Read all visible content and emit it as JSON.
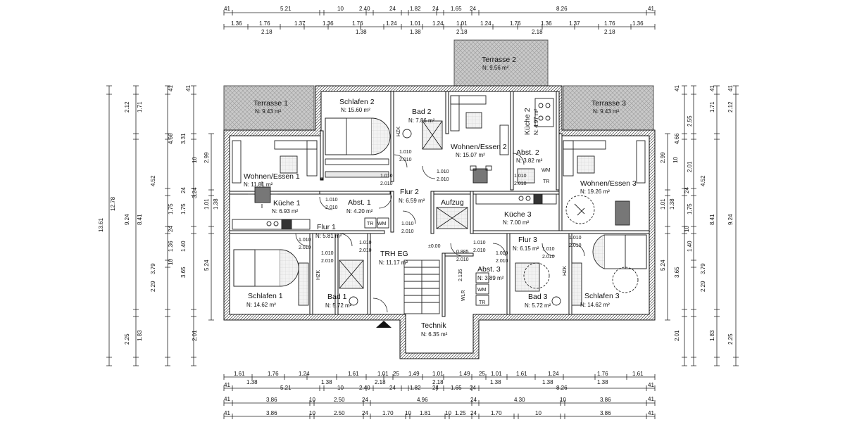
{
  "dimensions": {
    "top_row_1": [
      "41",
      "5.21",
      "10",
      "2.40",
      "24",
      "1.82",
      "24",
      "1.65",
      "24",
      "8.26",
      "41"
    ],
    "top_row_2": [
      "1.36",
      "1.76",
      "1.37",
      "1.36",
      "1.76",
      "1.24",
      "1.01",
      "1.24",
      "1.01",
      "1.24",
      "1.76",
      "1.36",
      "1.37",
      "1.76",
      "1.36"
    ],
    "top_row_2b": [
      "2.18",
      "1.38",
      "1.38",
      "2.18",
      "2.18",
      "2.18"
    ],
    "bottom_row_1": [
      "1.61",
      "1.76",
      "1.24",
      "1.61",
      "1.01",
      "25",
      "1.49",
      "1.01",
      "1.49",
      "25",
      "1.01",
      "1.61",
      "1.24",
      "1.76",
      "1.61"
    ],
    "bottom_row_1b": [
      "1.38",
      "1.38",
      "2.18",
      "2.18",
      "1.38",
      "1.38",
      "1.38"
    ],
    "bottom_row_2": [
      "41",
      "5.21",
      "10",
      "2.40",
      "24",
      "1.82",
      "24",
      "1.65",
      "24",
      "8.26",
      "41"
    ],
    "bottom_row_3": [
      "41",
      "3.86",
      "10",
      "2.50",
      "24",
      "4.96",
      "24",
      "4.30",
      "10",
      "3.86",
      "41"
    ],
    "bottom_row_4": [
      "41",
      "3.86",
      "10",
      "2.50",
      "24",
      "1.70",
      "10",
      "1.81",
      "10",
      "1.25",
      "24",
      "1.70",
      "10",
      "3.86",
      "41"
    ],
    "left_outer": [
      "13.61",
      "12.78",
      "9.24",
      "2.25"
    ],
    "left_mid": [
      "2.12",
      "1.71",
      "8.41",
      "3.79",
      "2.29",
      "1.83"
    ],
    "left_inner": [
      "41",
      "4.66",
      "4.52",
      "1.75",
      "1.36",
      "3.65",
      "2.01"
    ],
    "left_inner2": [
      "41",
      "3.31",
      "1.75",
      "1.40",
      "5.24"
    ],
    "left_room": [
      "2.99",
      "10",
      "3.24",
      "24",
      "1.38",
      "1.01",
      "24",
      "10"
    ],
    "right_room": [
      "2.99",
      "10",
      "1.01",
      "1.38",
      "24",
      "10",
      "5.24"
    ],
    "right_inner": [
      "41",
      "4.66",
      "2.55",
      "2.01",
      "1.75",
      "1.40",
      "3.65",
      "2.01"
    ],
    "right_outer": [
      "41",
      "1.71",
      "4.52",
      "8.41",
      "3.79",
      "2.29",
      "1.83"
    ],
    "right_far": [
      "41",
      "2.12",
      "9.24",
      "2.25"
    ],
    "tick_41": "41",
    "tick_24": "24",
    "tick_10": "10"
  },
  "rooms": {
    "terrasse1": {
      "name": "Terrasse 1",
      "area": "N: 9.43 m²"
    },
    "terrasse2": {
      "name": "Terrasse 2",
      "area": "N: 9.56 m²"
    },
    "terrasse3": {
      "name": "Terrasse 3",
      "area": "N: 9.43 m²"
    },
    "schlafen2": {
      "name": "Schlafen 2",
      "area": "N: 15.60 m²"
    },
    "bad2": {
      "name": "Bad 2",
      "area": "N: 7.86 m²"
    },
    "kueche2": {
      "name": "Küche 2",
      "area": "N: 4.97 m²"
    },
    "wohnen2": {
      "name": "Wohnen/Essen 2",
      "area": "N: 15.07 m²"
    },
    "abst2": {
      "name": "Abst. 2",
      "area": "N: 3.82 m²"
    },
    "wohnen1": {
      "name": "Wohnen/Essen 1",
      "area": "N: 11.81 m²"
    },
    "kueche1": {
      "name": "Küche 1",
      "area": "N: 6.93 m²"
    },
    "abst1": {
      "name": "Abst. 1",
      "area": "N: 4.20 m²"
    },
    "flur2": {
      "name": "Flur 2",
      "area": "N: 6.59 m²"
    },
    "aufzug": {
      "name": "Aufzug"
    },
    "kueche3": {
      "name": "Küche 3",
      "area": "N: 7.00 m²"
    },
    "wohnen3": {
      "name": "Wohnen/Essen 3",
      "area": "N: 19.26 m²"
    },
    "flur1": {
      "name": "Flur 1",
      "area": "N: 5.81 m²"
    },
    "trh": {
      "name": "TRH EG",
      "area": "N: 11.17 m²"
    },
    "flur3": {
      "name": "Flur 3",
      "area": "N: 6.15 m²"
    },
    "abst3": {
      "name": "Abst. 3",
      "area": "N: 3.89 m²"
    },
    "schlafen1": {
      "name": "Schlafen 1",
      "area": "N: 14.62 m²"
    },
    "bad1": {
      "name": "Bad 1",
      "area": "N: 5.72 m²"
    },
    "bad3": {
      "name": "Bad 3",
      "area": "N: 5.72 m²"
    },
    "schlafen3": {
      "name": "Schlafen 3",
      "area": "N: 14.62 m²"
    },
    "technik": {
      "name": "Technik",
      "area": "N: 6.35 m²"
    }
  },
  "labels": {
    "level": "±0.00",
    "tr": "TR",
    "wm": "WM",
    "wlr": "WLR",
    "hzk": "HZK",
    "door_1010": "1.010",
    "door_2010": "2.010",
    "door_0885": "0.885",
    "door_2135": "2.135"
  }
}
